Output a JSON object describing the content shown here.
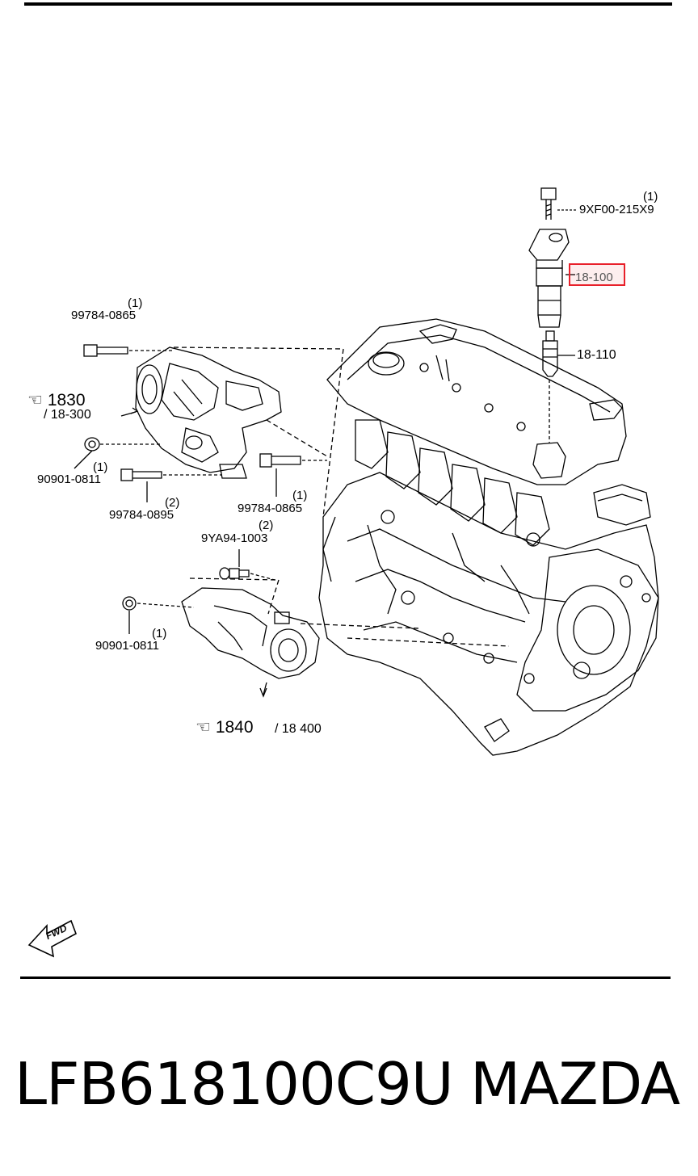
{
  "callouts": {
    "bolt_top": "9XF00-215X9",
    "bolt_top_qty": "(1)",
    "coil": "18-100",
    "plug": "18-110",
    "bolt_left_qty": "(1)",
    "bolt_left": "99784-0865",
    "ref_1830": "1830",
    "ref_18300": "/ 18-300",
    "nut_left": "90901-0811",
    "nut_left_qty": "(1)",
    "bolt_mid_qty": "(2)",
    "bolt_mid": "99784-0895",
    "bolt_right_qty": "(1)",
    "bolt_right": "99784-0865",
    "sensor_qty": "(2)",
    "sensor": "9YA94-1003",
    "nut_bottom": "90901-0811",
    "nut_bottom_qty": "(1)",
    "ref_1840": "1840",
    "ref_18400": "/ 18 400"
  },
  "fwd": "FWD",
  "highlight_color": "#e8202a",
  "footer": {
    "part_number": "LFB618100C9U",
    "brand": "MAZDA"
  }
}
